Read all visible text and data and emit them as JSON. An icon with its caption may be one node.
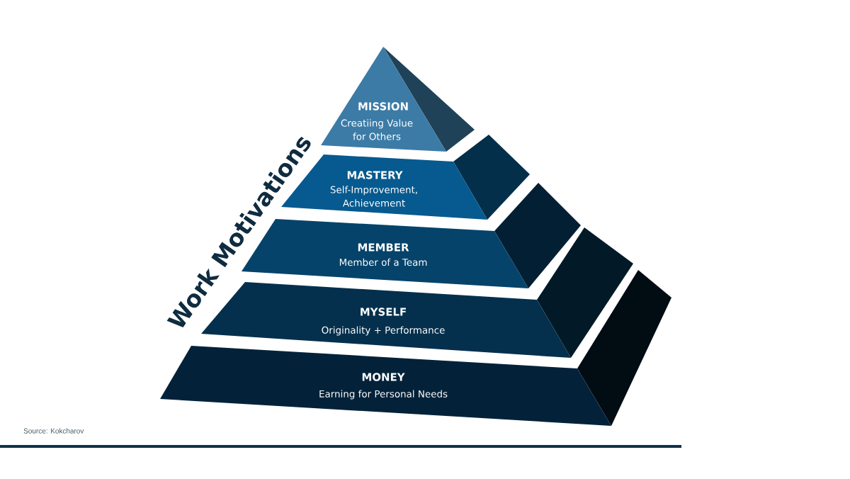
{
  "diagram": {
    "title": "Work Motivations",
    "nodes": [
      {
        "text": [
          "MISSION",
          "Creatiing Value for Others"
        ]
      },
      {
        "text": [
          "MASTERY",
          "Self-Improvement, Achievement"
        ]
      },
      {
        "text": [
          "MEMBER",
          "Member of a Team"
        ]
      },
      {
        "text": [
          "MYSELF",
          "Originality + Performance"
        ]
      },
      {
        "text": [
          "MONEY",
          "Earning for Personal Needs"
        ]
      }
    ],
    "labels": [
      "Source: Kokcharov"
    ]
  }
}
